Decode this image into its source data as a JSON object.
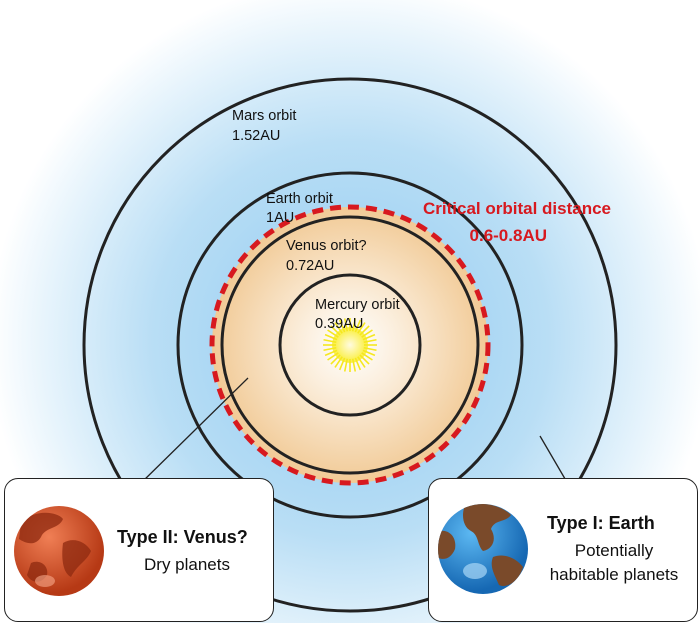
{
  "orbits": {
    "mars": {
      "name": "Mars orbit",
      "distance": "1.52AU"
    },
    "earth": {
      "name": "Earth orbit",
      "distance": "1AU"
    },
    "venus": {
      "name": "Venus orbit?",
      "distance": "0.72AU"
    },
    "mercury": {
      "name": "Mercury orbit",
      "distance": "0.39AU"
    }
  },
  "critical": {
    "title": "Critical orbital distance",
    "range": "0.6-0.8AU",
    "color": "#d7191f"
  },
  "type2": {
    "title": "Type II: Venus?",
    "subtitle": "Dry planets",
    "planet_colors": [
      "#c0421b",
      "#f07f55"
    ],
    "icon": "venus-planet-icon"
  },
  "type1": {
    "title": "Type I: Earth",
    "subtitle": "Potentially\nhabitable planets",
    "planet_colors": [
      "#1f88d6",
      "#7a4a2a"
    ],
    "icon": "earth-planet-icon"
  },
  "colors": {
    "space_glow": "#bfe1f5",
    "habitable_zone": "#f3d0a2",
    "sun": "#f5e81f"
  }
}
